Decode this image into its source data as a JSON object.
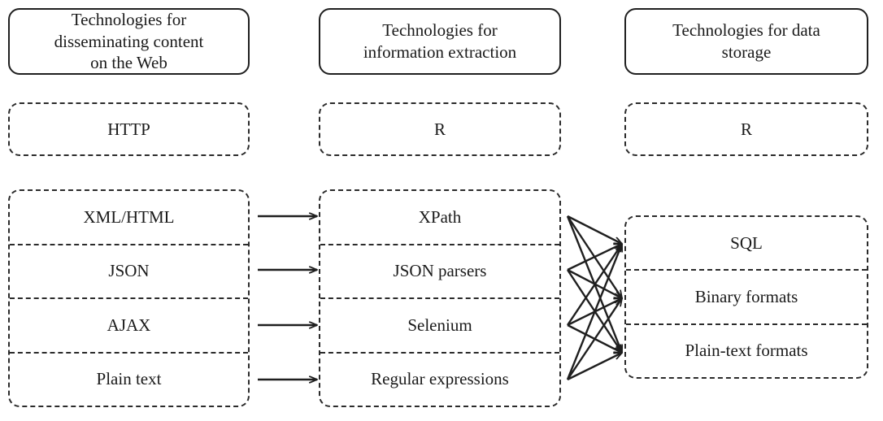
{
  "diagram": {
    "title_text": "Technologies for disseminating content on the Web / information extraction / data storage",
    "columns": [
      {
        "id": "web",
        "header": "Technologies for disseminating content on the Web",
        "header_lines": [
          "Technologies for",
          "disseminating content",
          "on the Web"
        ],
        "single": "HTTP",
        "items": [
          "XML/HTML",
          "JSON",
          "AJAX",
          "Plain text"
        ]
      },
      {
        "id": "extraction",
        "header": "Technologies for information extraction",
        "header_lines": [
          "Technologies for",
          "information extraction"
        ],
        "single": "R",
        "items": [
          "XPath",
          "JSON parsers",
          "Selenium",
          "Regular expressions"
        ]
      },
      {
        "id": "storage",
        "header": "Technologies for data storage",
        "header_lines": [
          "Technologies for data",
          "storage"
        ],
        "single": "R",
        "items": [
          "SQL",
          "Binary formats",
          "Plain-text formats"
        ]
      }
    ],
    "connections": {
      "left_to_middle": [
        {
          "from": "XML/HTML",
          "to": "XPath"
        },
        {
          "from": "JSON",
          "to": "JSON parsers"
        },
        {
          "from": "AJAX",
          "to": "Selenium"
        },
        {
          "from": "Plain text",
          "to": "Regular expressions"
        }
      ],
      "middle_to_right": [
        {
          "from": "XPath",
          "to": "SQL"
        },
        {
          "from": "XPath",
          "to": "Binary formats"
        },
        {
          "from": "XPath",
          "to": "Plain-text formats"
        },
        {
          "from": "JSON parsers",
          "to": "SQL"
        },
        {
          "from": "JSON parsers",
          "to": "Binary formats"
        },
        {
          "from": "JSON parsers",
          "to": "Plain-text formats"
        },
        {
          "from": "Selenium",
          "to": "SQL"
        },
        {
          "from": "Selenium",
          "to": "Binary formats"
        },
        {
          "from": "Selenium",
          "to": "Plain-text formats"
        },
        {
          "from": "Regular expressions",
          "to": "SQL"
        },
        {
          "from": "Regular expressions",
          "to": "Binary formats"
        },
        {
          "from": "Regular expressions",
          "to": "Plain-text formats"
        }
      ]
    },
    "colors": {
      "border_solid": "#1f1f1f",
      "border_dashed": "#2b2b2b",
      "shadow": "#c9c9c9",
      "text": "#1a1a1a",
      "background": "#ffffff"
    }
  }
}
